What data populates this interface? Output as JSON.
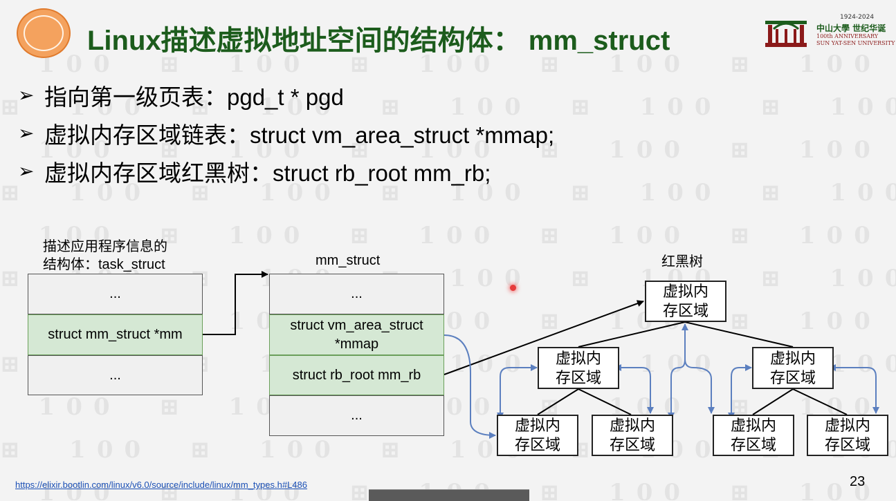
{
  "header": {
    "title": "Linux描述虚拟地址空间的结构体： mm_struct",
    "university": {
      "years": "1924-2024",
      "name_cn": "中山大學 世纪华诞",
      "anniversary": "100th ANNIVERSARY",
      "name_en": "SUN YAT-SEN UNIVERSITY"
    }
  },
  "bullets": [
    {
      "marker": "➢",
      "text": "指向第一级页表：pgd_t * pgd"
    },
    {
      "marker": "➢",
      "text": "虚拟内存区域链表：struct vm_area_struct *mmap;"
    },
    {
      "marker": "➢",
      "text": "虚拟内存区域红黑树：struct rb_root mm_rb;"
    }
  ],
  "diagram": {
    "task_label_line1": "描述应用程序信息的",
    "task_label_line2": "结构体：task_struct",
    "task_rows": [
      "...",
      "struct mm_struct *mm",
      "..."
    ],
    "mm_label": "mm_struct",
    "mm_rows": [
      "...",
      "struct vm_area_struct *mmap",
      "struct rb_root mm_rb",
      "..."
    ],
    "tree_label": "红黑树",
    "node_text_line1": "虚拟内",
    "node_text_line2": "存区域"
  },
  "footer": {
    "link": "https://elixir.bootlin.com/linux/v6.0/source/include/linux/mm_types.h#L486",
    "page_number": "23"
  },
  "colors": {
    "title": "#1c5c1c",
    "green_row": "#d5e8d4",
    "blue_arrow": "#5b7fbf"
  }
}
